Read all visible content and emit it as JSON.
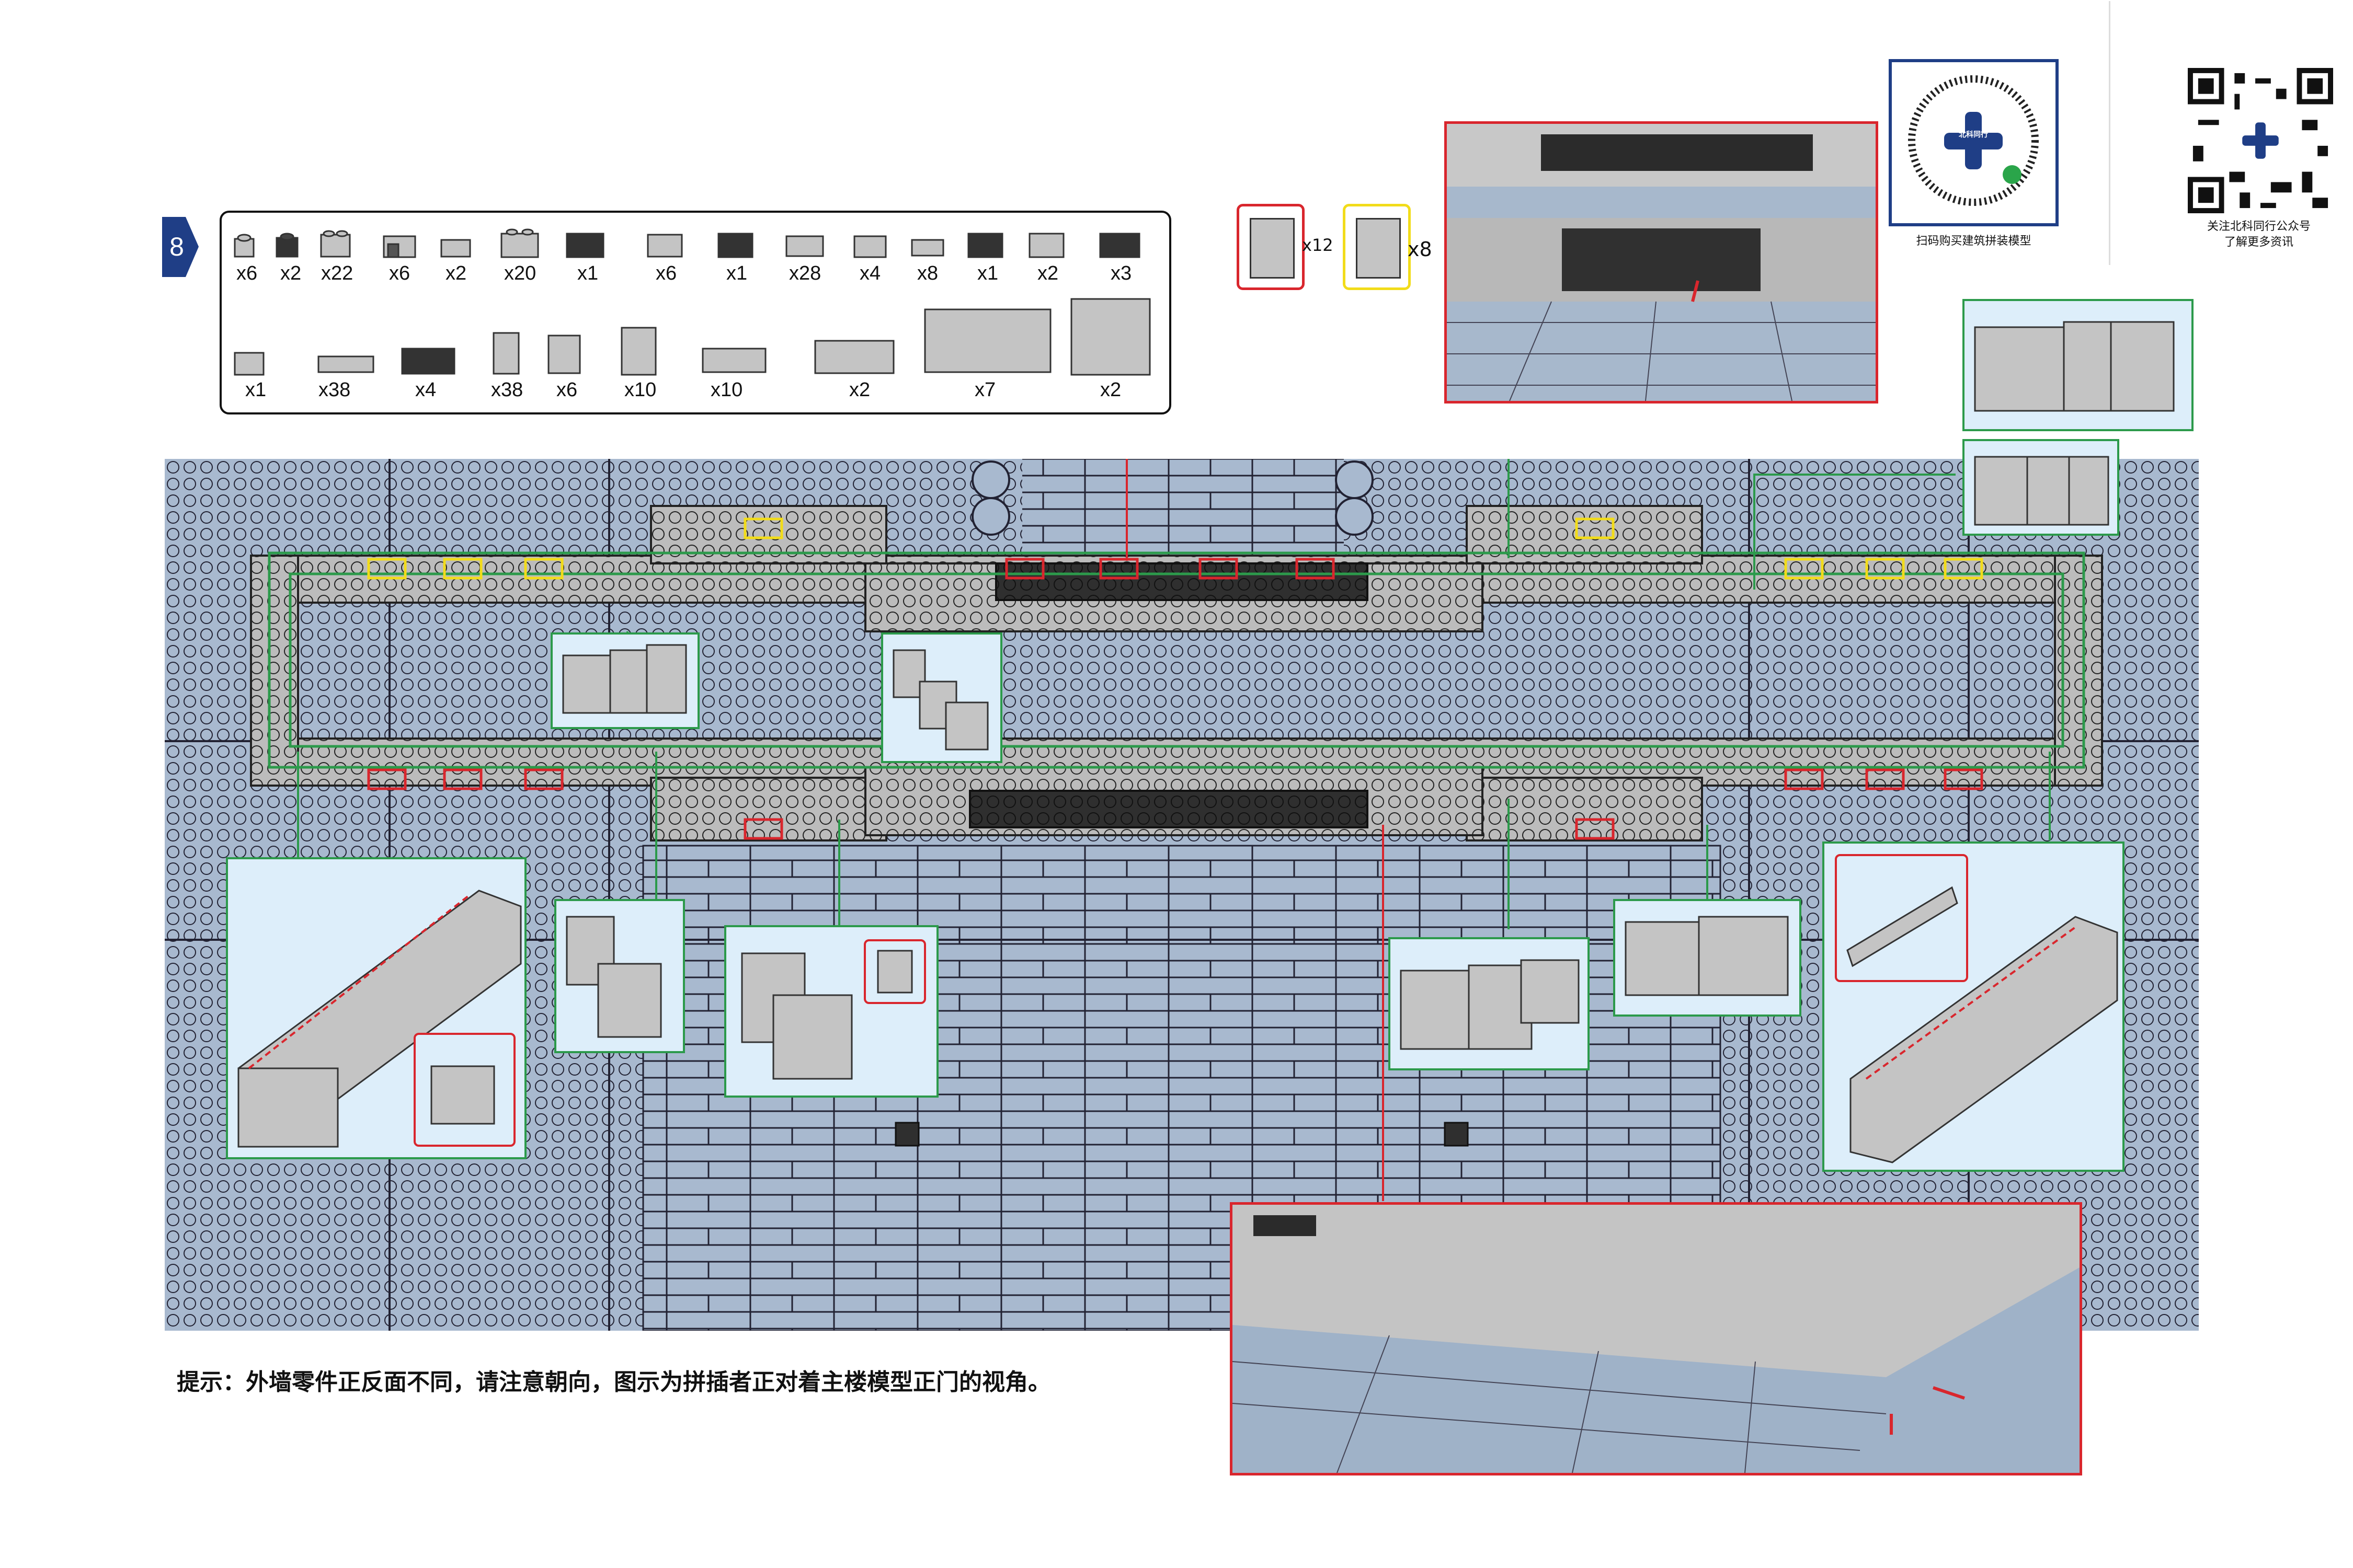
{
  "step": {
    "number": "8"
  },
  "parts_list": {
    "row1": [
      "x6",
      "x2",
      "x22",
      "x6",
      "x2",
      "x20",
      "x1",
      "x6",
      "x1",
      "x28",
      "x4",
      "x8",
      "x1",
      "x2",
      "x3"
    ],
    "row2": [
      "x1",
      "x38",
      "x4",
      "x38",
      "x6",
      "x10",
      "x10",
      "x2",
      "x7",
      "x2"
    ]
  },
  "extra_parts": {
    "red_qty": "x12",
    "yellow_qty": "x8"
  },
  "hint": "提示：外墙零件正反面不同，请注意朝向，图示为拼插者正对着主楼模型正门的视角。",
  "qr_left": {
    "caption": "扫码购买建筑拼装模型",
    "logo_text": "北科同行"
  },
  "qr_right": {
    "caption_line1": "关注北科同行公众号",
    "caption_line2": "了解更多资讯"
  },
  "colors": {
    "baseplate": "#a8b9cf",
    "brick_light": "#bcbcbc",
    "brick_dark": "#2f2f2f",
    "green_frame": "#2c9a4b",
    "red_frame": "#d9262d",
    "yellow_frame": "#f2dc1a",
    "callout_bg": "#ddeefa",
    "badge": "#1f3e86"
  }
}
